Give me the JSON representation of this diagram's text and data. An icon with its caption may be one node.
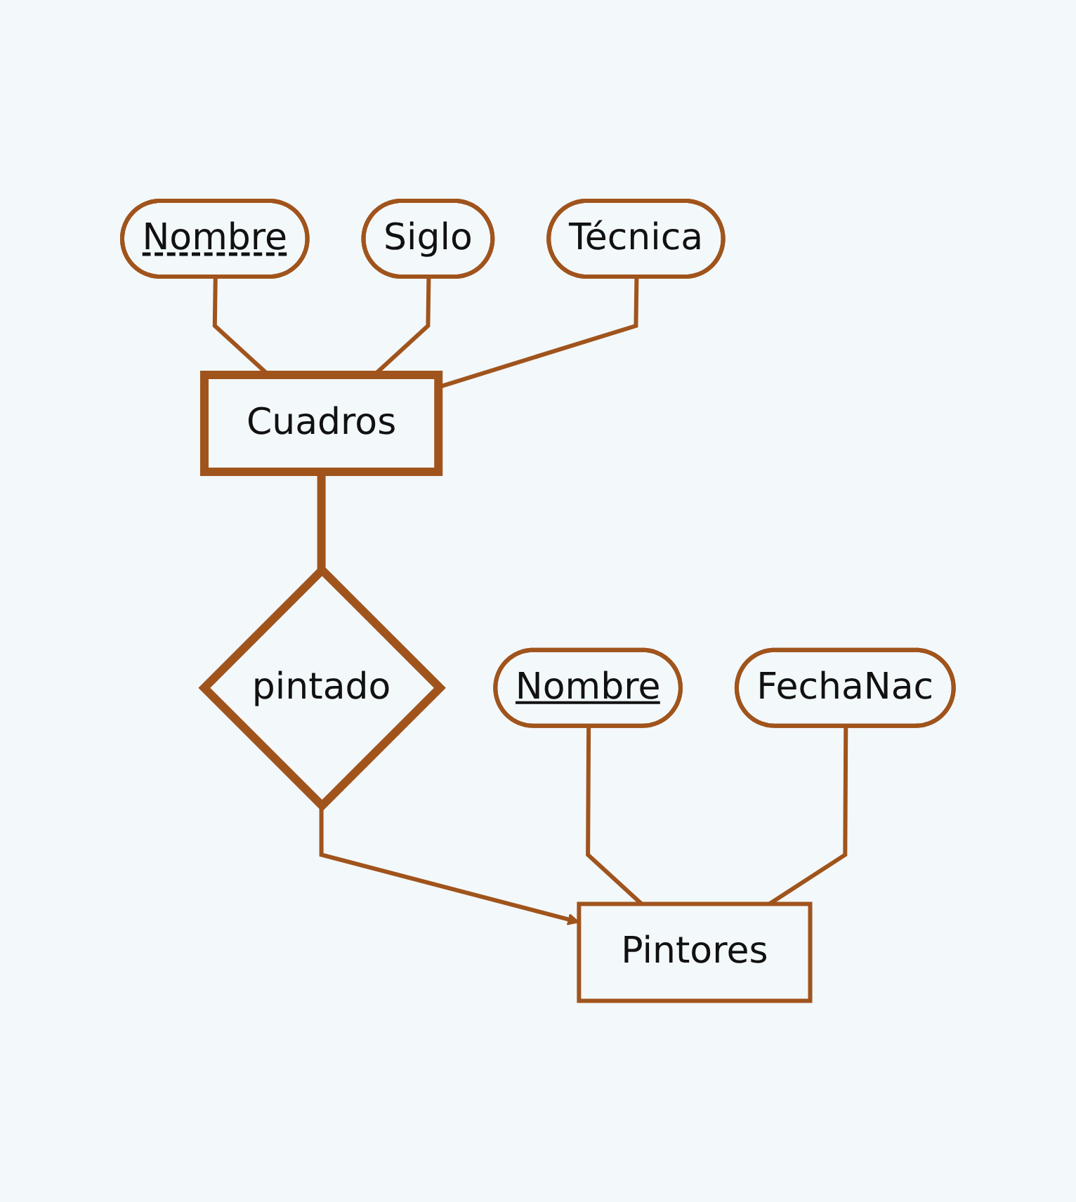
{
  "diagram": {
    "nodes": [
      {
        "text": [
          "Siglo"
        ]
      },
      {
        "text": [
          "Nombre"
        ]
      },
      {
        "text": [
          "Técnica"
        ]
      },
      {
        "text": [
          "Cuadros"
        ]
      },
      {
        "text": [
          "pintado"
        ]
      },
      {
        "text": [
          "Nombre"
        ]
      },
      {
        "text": [
          "FechaNac"
        ]
      },
      {
        "text": [
          "Pintores"
        ]
      }
    ],
    "edges": [
      {
        "from": 1,
        "to": 3,
        "arrow": "none"
      },
      {
        "from": 0,
        "to": 3,
        "arrow": "none"
      },
      {
        "from": 2,
        "to": 3,
        "arrow": "none"
      },
      {
        "from": 3,
        "to": 4,
        "arrow": "none",
        "style": "thick"
      },
      {
        "from": 4,
        "to": 7,
        "arrow": "to"
      },
      {
        "from": 5,
        "to": 7,
        "arrow": "none"
      },
      {
        "from": 6,
        "to": 7,
        "arrow": "none"
      }
    ]
  }
}
